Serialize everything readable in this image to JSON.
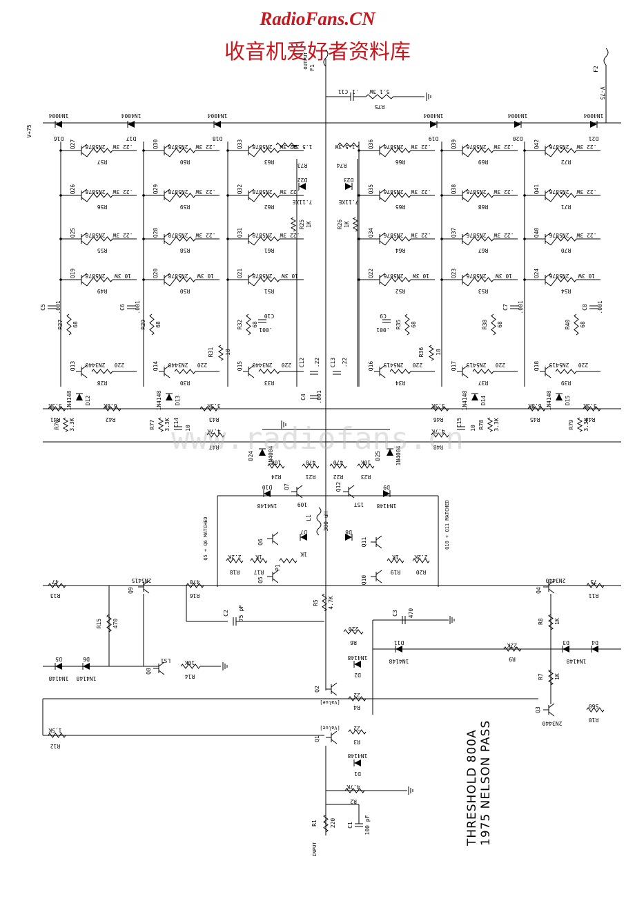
{
  "header": {
    "site_name": "RadioFans.CN",
    "site_subtitle": "收音机爱好者资料库"
  },
  "title_block": {
    "line1": "THRESHOLD 800A",
    "line2": "1975 NELSON PASS"
  },
  "watermark": "www.radiofans.cn",
  "rails": {
    "positive": "V+75",
    "negative": "V-75"
  },
  "io": {
    "output": "OUTPUT",
    "input": "INPUT"
  },
  "fuses": [
    "F1",
    "F2"
  ],
  "notes": {
    "q5_q6": "Q5 + Q6 MATCHED",
    "q10_q11": "Q10 + Q11 MATCHED"
  },
  "components": {
    "output_left": [
      {
        "ref": "Q27",
        "part": "2N5878",
        "res": "R57",
        "val": ".22 3W"
      },
      {
        "ref": "Q26",
        "part": "2N5878",
        "res": "R56",
        "val": ".22 3W"
      },
      {
        "ref": "Q25",
        "part": "2N5878",
        "res": "R55",
        "val": ".22 3W"
      },
      {
        "ref": "Q19",
        "part": "2N5878",
        "res": "R49",
        "val": "10 3W"
      },
      {
        "ref": "Q30",
        "part": "2N5878",
        "res": "R60",
        "val": ".22 3W"
      },
      {
        "ref": "Q29",
        "part": "2N5878",
        "res": "R59",
        "val": ".22 3W"
      },
      {
        "ref": "Q28",
        "part": "2N5878",
        "res": "R58",
        "val": ".22 3W"
      },
      {
        "ref": "Q20",
        "part": "2N5878",
        "res": "R50",
        "val": "10 3W"
      },
      {
        "ref": "Q33",
        "part": "2N5878",
        "res": "R63",
        "val": ".22 3W"
      },
      {
        "ref": "Q32",
        "part": "2N5878",
        "res": "R62",
        "val": ".22 3W"
      },
      {
        "ref": "Q31",
        "part": "2N5878",
        "res": "R61",
        "val": ".22 3W"
      },
      {
        "ref": "Q21",
        "part": "2N5878",
        "res": "R51",
        "val": "10 3W"
      }
    ],
    "output_right": [
      {
        "ref": "Q36",
        "part": "2N5876",
        "res": "R66",
        "val": ".22 3W"
      },
      {
        "ref": "Q35",
        "part": "2N5876",
        "res": "R65",
        "val": ".22 3W"
      },
      {
        "ref": "Q34",
        "part": "2N5876",
        "res": "R64",
        "val": ".22 3W"
      },
      {
        "ref": "Q22",
        "part": "2N5876",
        "res": "R52",
        "val": "10 3W"
      },
      {
        "ref": "Q39",
        "part": "2N5876",
        "res": "R69",
        "val": ".22 3W"
      },
      {
        "ref": "Q38",
        "part": "2N5876",
        "res": "R68",
        "val": ".22 3W"
      },
      {
        "ref": "Q37",
        "part": "2N5876",
        "res": "R67",
        "val": ".22 3W"
      },
      {
        "ref": "Q23",
        "part": "2N5876",
        "res": "R53",
        "val": "10 3W"
      },
      {
        "ref": "Q42",
        "part": "2N5876",
        "res": "R72",
        "val": ".22 3W"
      },
      {
        "ref": "Q41",
        "part": "2N5876",
        "res": "R71",
        "val": ".22 3W"
      },
      {
        "ref": "Q40",
        "part": "2N5876",
        "res": "R70",
        "val": ".22 3W"
      },
      {
        "ref": "Q24",
        "part": "2N5876",
        "res": "R54",
        "val": "10 3W"
      }
    ],
    "rail_diodes": [
      {
        "ref": "D16",
        "part": "1N4004"
      },
      {
        "ref": "D17",
        "part": "1N4004"
      },
      {
        "ref": "D18",
        "part": "1N4004"
      },
      {
        "ref": "D19",
        "part": "1N4004"
      },
      {
        "ref": "D20",
        "part": "1N4004"
      },
      {
        "ref": "D21",
        "part": "1N4004"
      }
    ],
    "drivers": [
      {
        "ref": "Q13",
        "part": "2N3440",
        "res": "R28",
        "val": "220"
      },
      {
        "ref": "Q14",
        "part": "2N3440",
        "res": "R30",
        "val": "220"
      },
      {
        "ref": "Q15",
        "part": "2N3440",
        "res": "R33",
        "val": "220"
      },
      {
        "ref": "Q16",
        "part": "2N5415",
        "res": "R34",
        "val": "220"
      },
      {
        "ref": "Q17",
        "part": "2N5415",
        "res": "R37",
        "val": "220"
      },
      {
        "ref": "Q18",
        "part": "2N5415",
        "res": "R39",
        "val": "220"
      }
    ],
    "misc": {
      "c11": "C11",
      "c11_val": ".1",
      "r75": "R75",
      "r75_val": "5.1 3W",
      "r73": "R73",
      "r73_val": "1.5 3W",
      "r74": "R74",
      "r74_val": "1.5 3W",
      "d22": "D22",
      "d23": "D23",
      "zener": "7.11XE",
      "r25": "R25",
      "r26": "R26",
      "r_1k": "1K",
      "c12": "C12",
      "c12_val": ".22",
      "c13": "C13",
      "c13_val": ".22",
      "c4": "C4",
      "c4_val": ".001",
      "c5": "C5",
      "c6": "C6",
      "c7": "C7",
      "c8": "C8",
      "c9": "C9",
      "c10": "C10",
      "c_val": ".001",
      "r27": "R27",
      "r29": "R29",
      "r32": "R32",
      "r35": "R35",
      "r38": "R38",
      "r40": "R40",
      "r_68": "68",
      "r31": "R31",
      "r36": "R36",
      "r_18": "18",
      "d12": "D12",
      "d13": "D13",
      "d14": "D14",
      "d15": "D15",
      "d_1n4148": "1N4148",
      "r41": "R41",
      "r41_val": "3.3K",
      "r42": "R42",
      "r42_val": "6.8K",
      "r43": "R43",
      "r43_val": "3.3K",
      "r44": "R44",
      "r44_val": "3.3K",
      "r45": "R45",
      "r45_val": "6.8K",
      "r46": "R46",
      "r46_val": "3.3K",
      "r76": "R76",
      "r77": "R77",
      "r78": "R78",
      "r79": "R79",
      "r_3k3": "3.3K",
      "c14": "C14",
      "c15": "C15",
      "c_10": "10",
      "r47": "R47",
      "r48": "R48",
      "r_4k7": "4.7K",
      "d24": "D24",
      "d25": "D25",
      "d_1n4004": "1N4004",
      "r24": "R24",
      "r23": "R23",
      "r_10k": "10K",
      "r21": "R21",
      "r22": "R22",
      "r_470": "470",
      "q7": "Q7",
      "q12": "Q12",
      "q7_part": "109",
      "q12_part": "15T",
      "d10": "D10",
      "d9": "D9",
      "l1": "L1",
      "l1_val": "300 uH",
      "q6": "Q6",
      "q5": "Q5",
      "q11": "Q11",
      "q10": "Q10",
      "d7": "D7",
      "d8": "D8",
      "p1": "P1",
      "p1_val": "1K",
      "r17": "R17",
      "r19": "R19",
      "r18": "R18",
      "r20": "R20",
      "r_2k2": "2.2K",
      "r13": "R13",
      "r13_val": "47",
      "r11": "R11",
      "r11_val": "75",
      "q9": "Q9",
      "q9_part": "2N5415",
      "q4": "Q4",
      "q4_part": "2N3440",
      "r16": "R16",
      "r16_val": "470",
      "r15": "R15",
      "r15_val": "470",
      "c2": "C2",
      "c2_val": "75 pF",
      "r5": "R5",
      "r5_val": "4.7K",
      "c3": "C3",
      "c3_val": "470",
      "r6": "R6",
      "r6_val": "220",
      "d11": "D11",
      "r9": "R9",
      "r9_val": "22K",
      "r8": "R8",
      "r7": "R7",
      "d3": "D3",
      "d4": "D4",
      "d5": "D5",
      "d6": "D6",
      "q8": "Q8",
      "q8_part": "LS1",
      "r14": "R14",
      "r14_val": "10K",
      "d2": "D2",
      "q2": "Q2",
      "r4": "R4",
      "r4_val": "22",
      "value": "[Value]",
      "q3": "Q3",
      "q3_part": "2N3440",
      "r10": "R10",
      "r10_val": "560",
      "r12": "R12",
      "r12_val": "1.5K",
      "q1": "Q1",
      "r3": "R3",
      "r3_val": "22",
      "d1": "D1",
      "r2": "R2",
      "r2_val": "4.7K",
      "r1": "R1",
      "r1_val": "220",
      "c1": "C1",
      "c1_val": "100 pF"
    }
  }
}
